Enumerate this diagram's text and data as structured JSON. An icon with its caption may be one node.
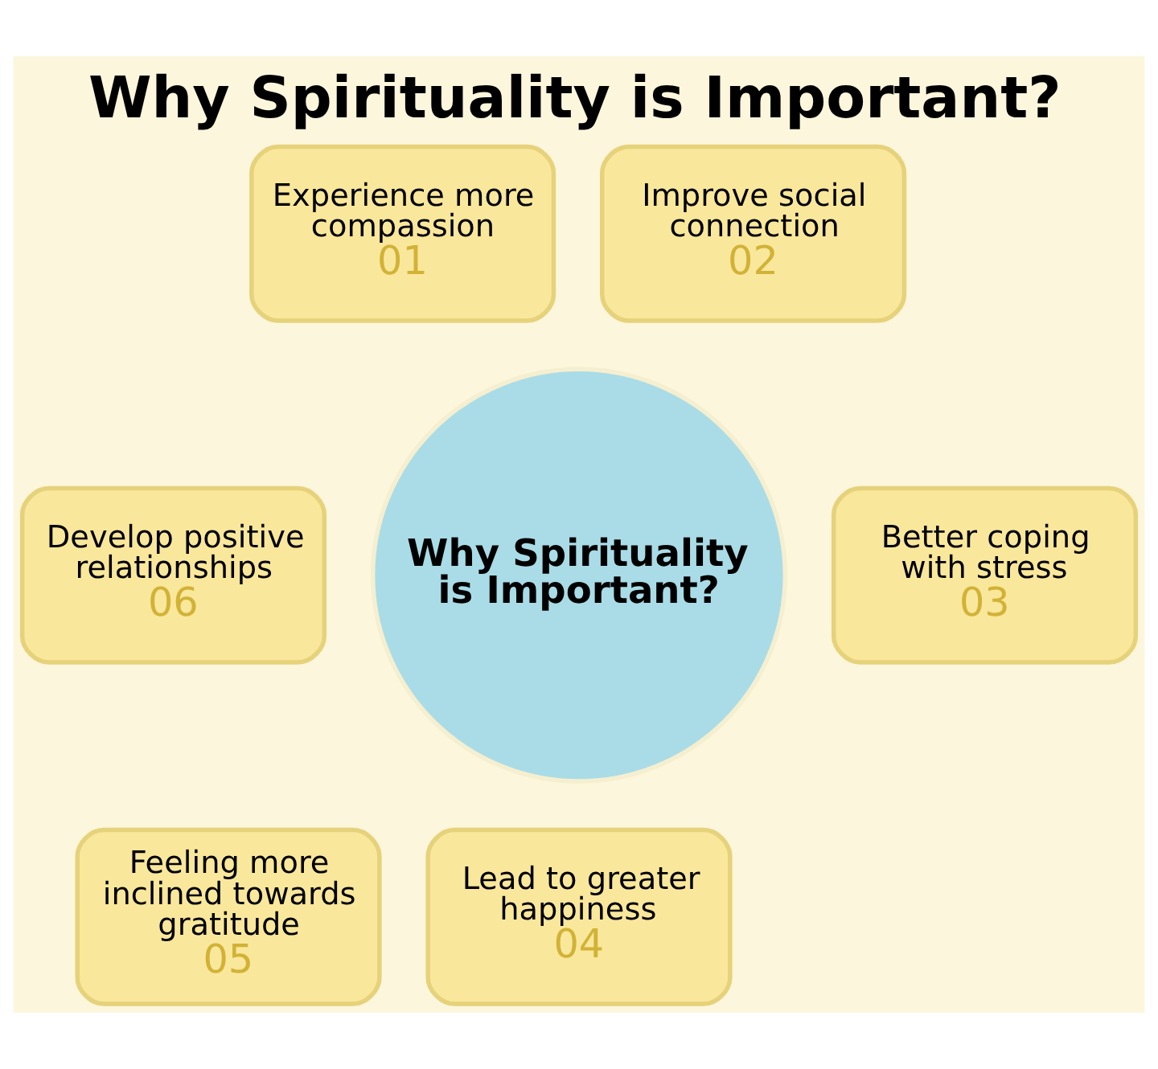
{
  "diagram": {
    "title": "Why Spirituality is Important?",
    "nodes": [
      {
        "text": [
          "Why Spirituality is Important?"
        ]
      },
      {
        "text": [
          "Experience more compassion",
          "01"
        ]
      },
      {
        "text": [
          "Improve social connection",
          "02"
        ]
      },
      {
        "text": [
          "Better coping with stress",
          "03"
        ]
      },
      {
        "text": [
          "Lead to greater happiness",
          "04"
        ]
      },
      {
        "text": [
          "Feeling more inclined towards gratitude",
          "05"
        ]
      },
      {
        "text": [
          "Develop positive relationships",
          "06"
        ]
      }
    ]
  }
}
